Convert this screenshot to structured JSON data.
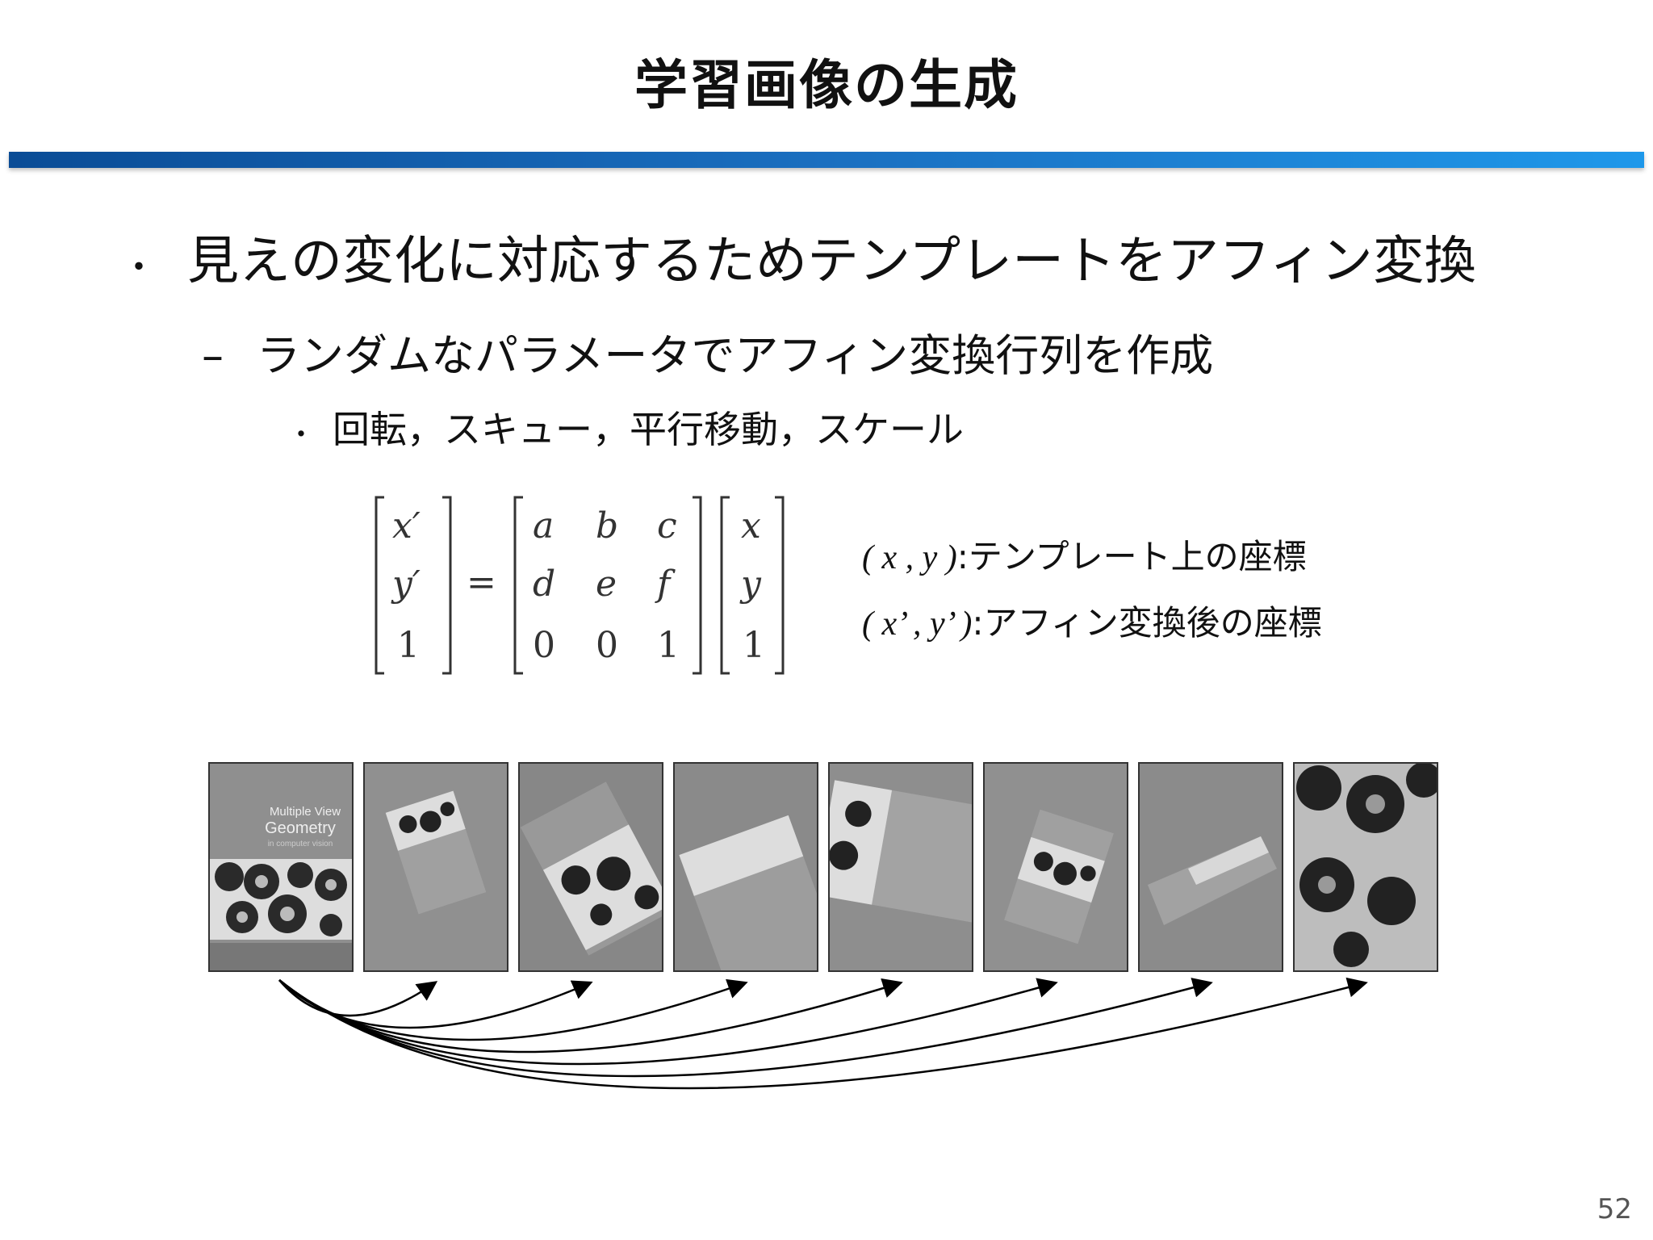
{
  "title": "学習画像の生成",
  "bullets": {
    "level1": "見えの変化に対応するためテンプレートをアフィン変換",
    "level2": "ランダムなパラメータでアフィン変換行列を作成",
    "level3": "回転，スキュー，平行移動，スケール",
    "mark1": "・",
    "mark2": "–",
    "mark3": "・"
  },
  "matrix": {
    "lhs": [
      "x′",
      "y′",
      "1"
    ],
    "equals": "=",
    "affine": [
      [
        "a",
        "b",
        "c"
      ],
      [
        "d",
        "e",
        "f"
      ],
      [
        "0",
        "0",
        "1"
      ]
    ],
    "rhs": [
      "x",
      "y",
      "1"
    ]
  },
  "coordinates": [
    {
      "math": "( x , y )",
      "label": ":テンプレート上の座標"
    },
    {
      "math": "( x’ , y’ )",
      "label": ":アフィン変換後の座標"
    }
  ],
  "book_cover": {
    "line1": "Multiple View",
    "line2": "Geometry",
    "line3": "in computer vision"
  },
  "page_number": "52",
  "colors": {
    "title_bar_start": "#0a4c96",
    "title_bar_end": "#1e98ea",
    "thumb_bg": "#8d8d8d"
  }
}
